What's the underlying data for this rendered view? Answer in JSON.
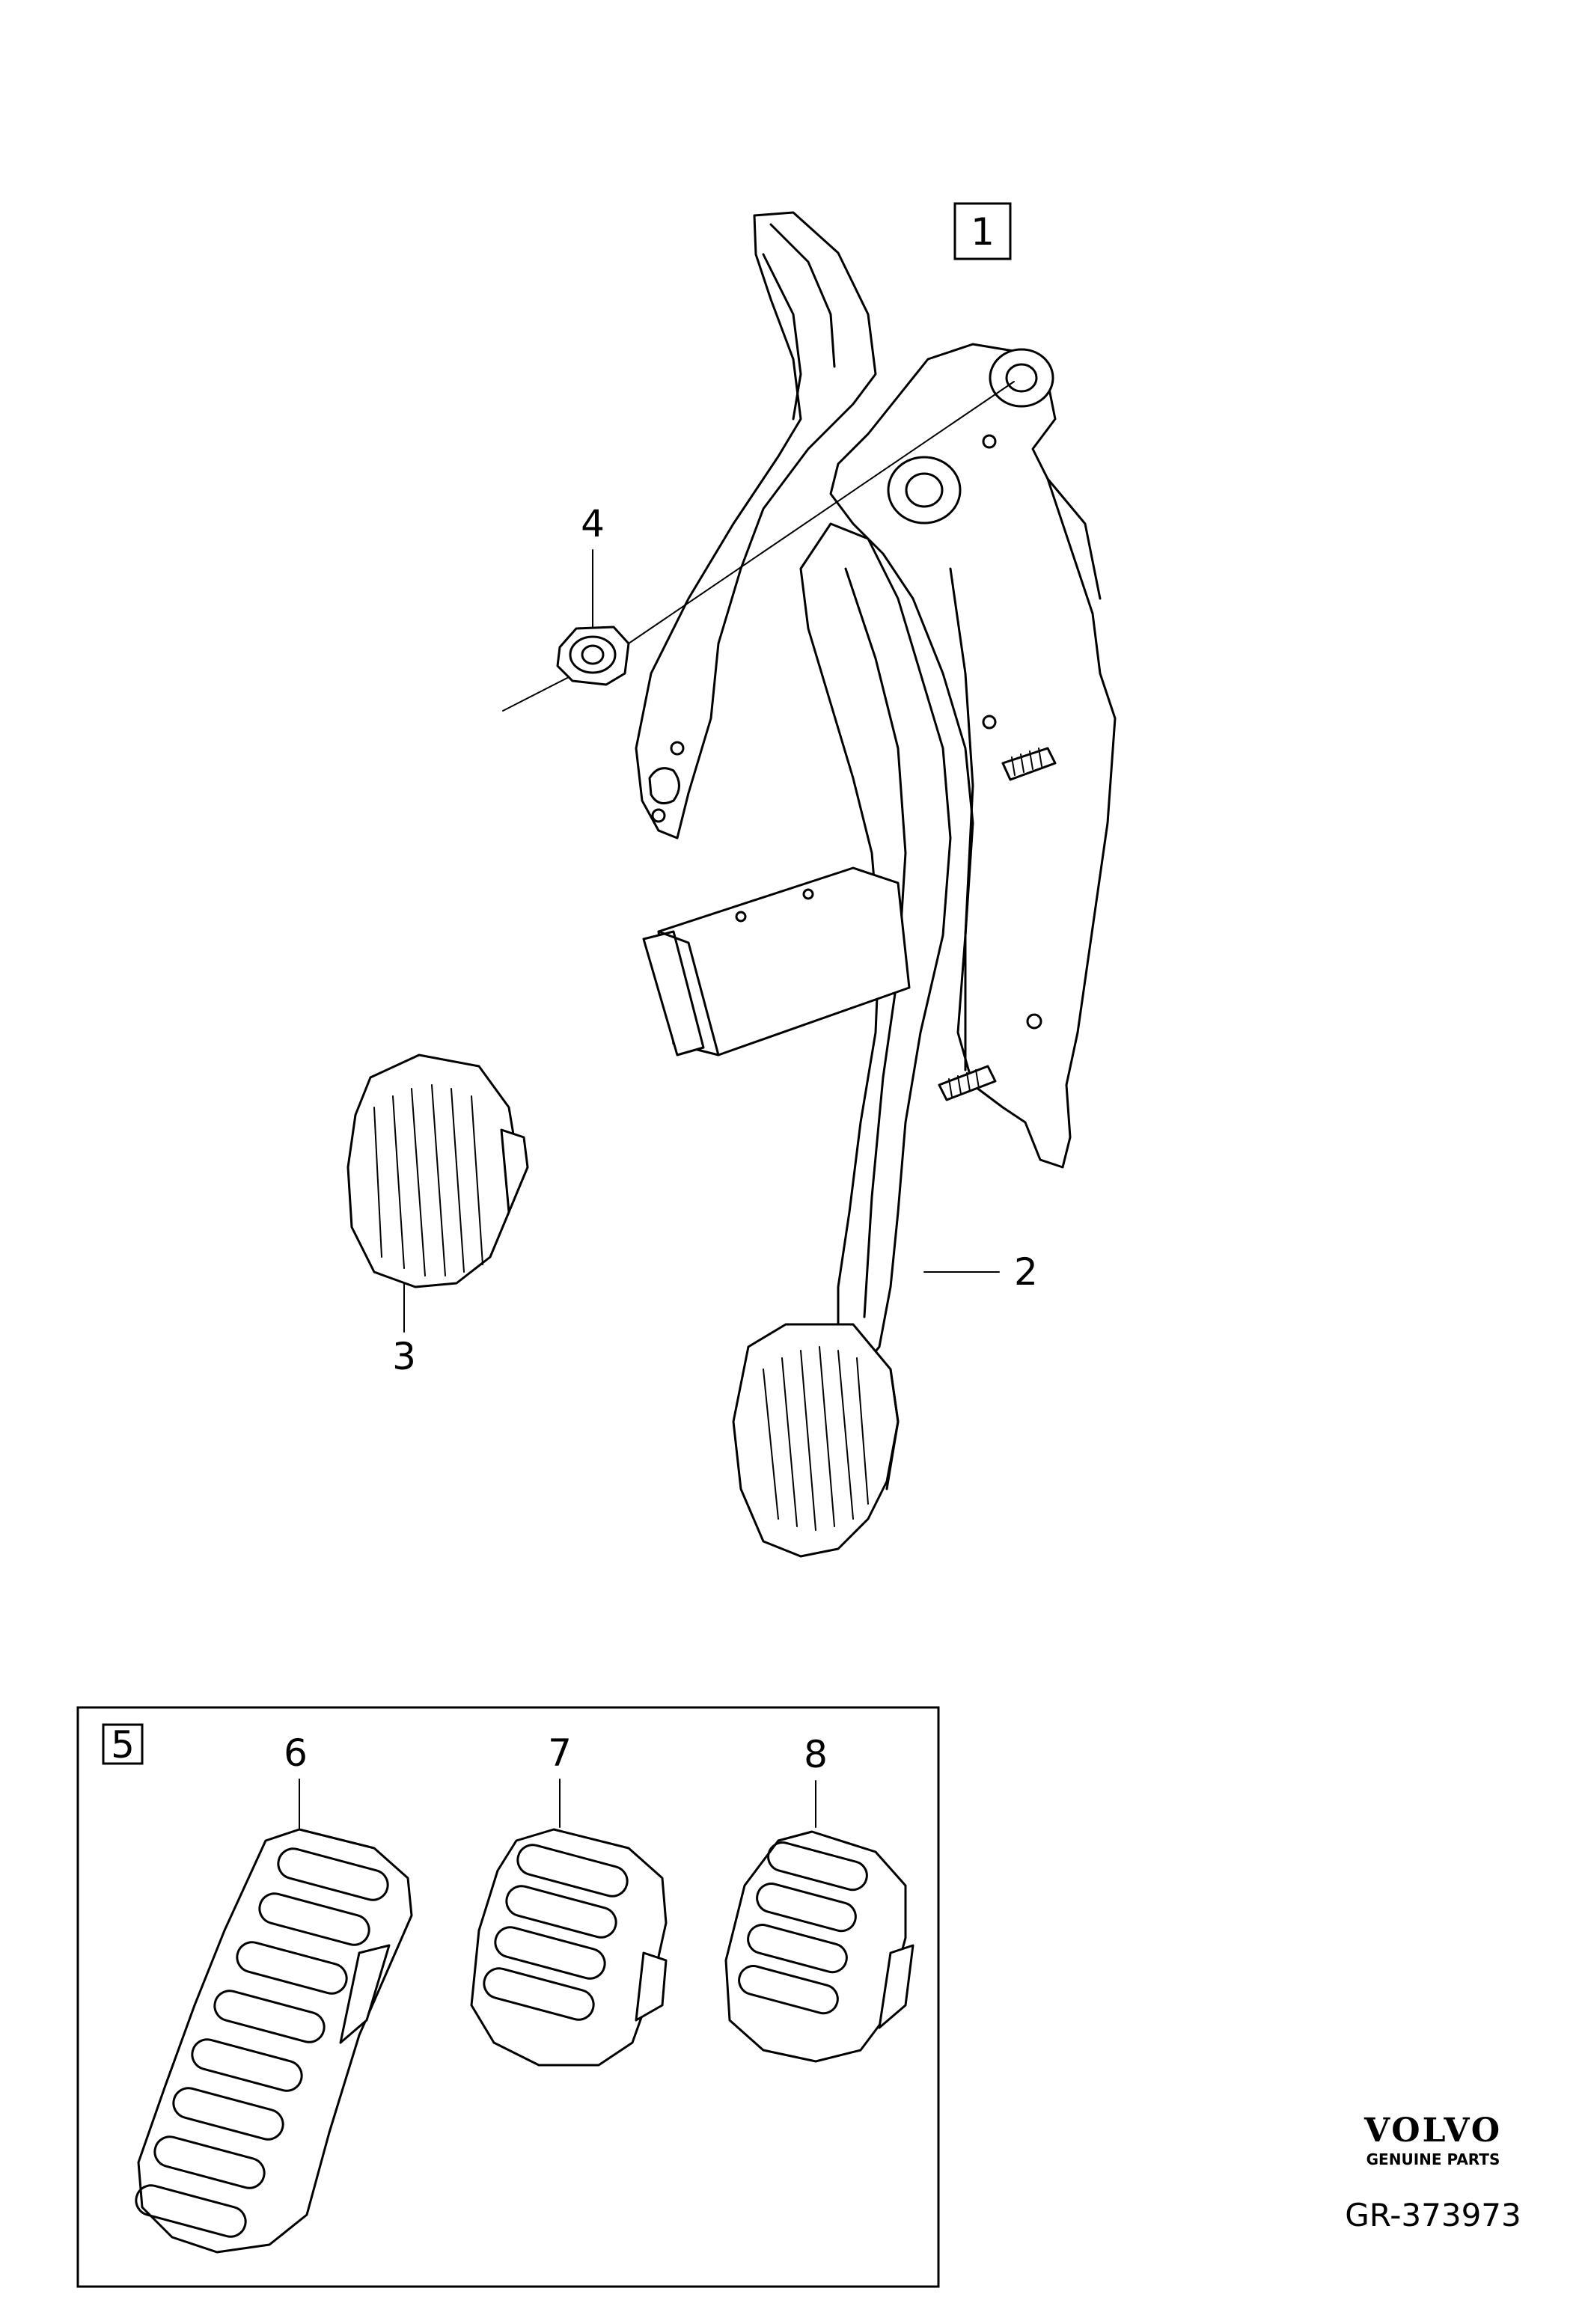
{
  "assembly_box": {
    "label": "1"
  },
  "callouts": [
    {
      "id": "2",
      "label": "2"
    },
    {
      "id": "3",
      "label": "3"
    },
    {
      "id": "4",
      "label": "4"
    }
  ],
  "kit_box": {
    "label": "5",
    "items": [
      {
        "label": "6"
      },
      {
        "label": "7"
      },
      {
        "label": "8"
      }
    ]
  },
  "brand": {
    "name": "VOLVO",
    "tagline": "GENUINE PARTS"
  },
  "reference": "GR-373973",
  "colors": {
    "line": "#000000",
    "background": "#ffffff"
  }
}
